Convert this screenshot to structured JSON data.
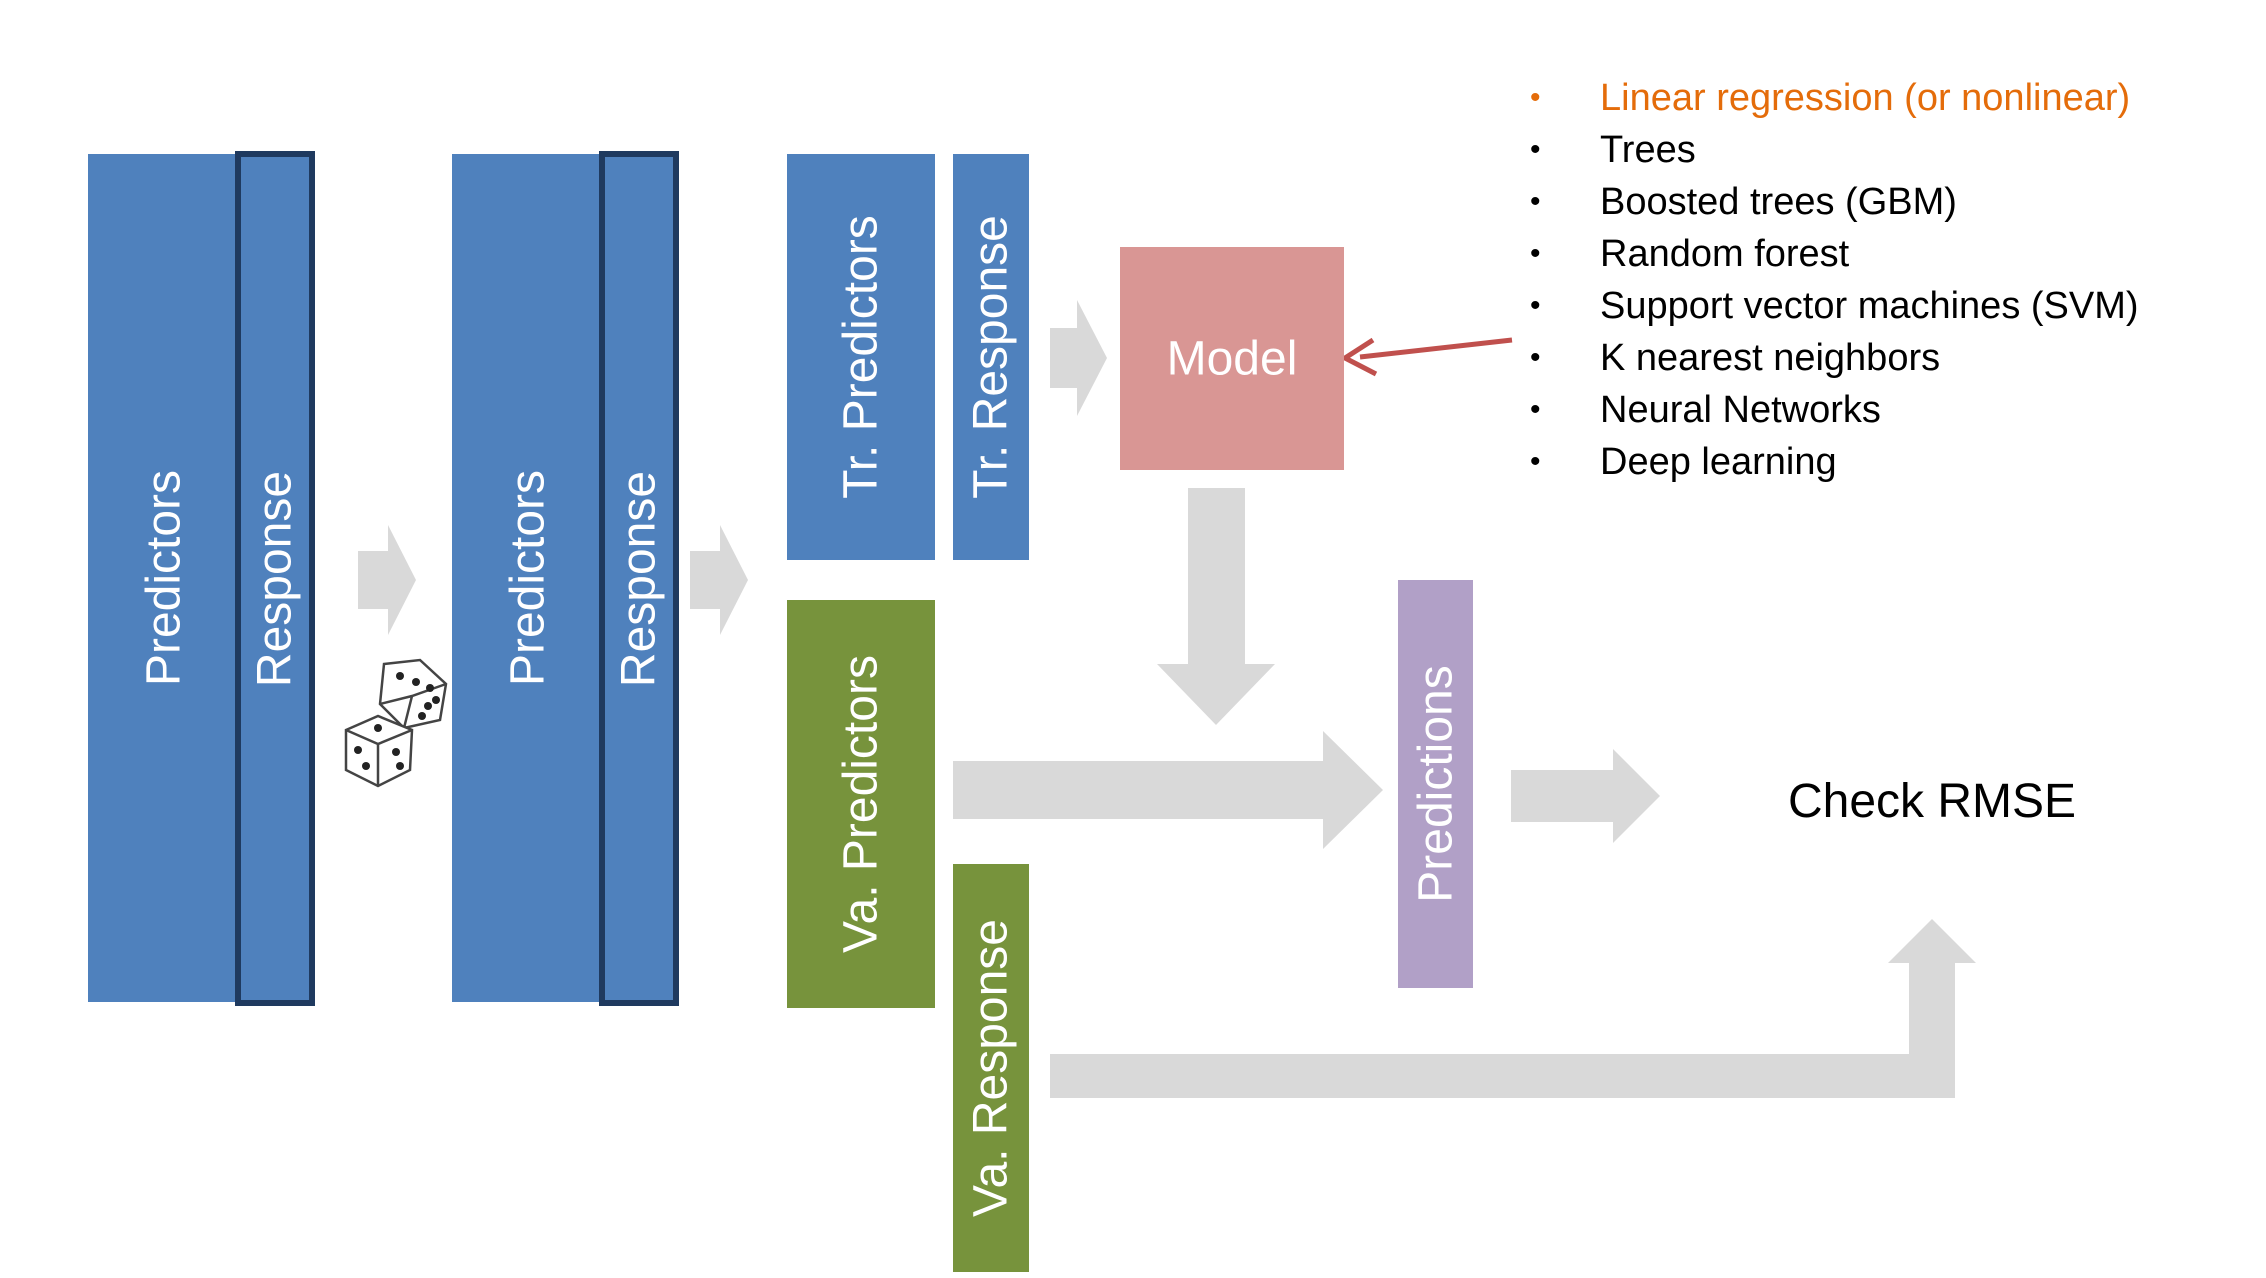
{
  "blocks": {
    "full_predictors": "Predictors",
    "full_response": "Response",
    "shuffled_predictors": "Predictors",
    "shuffled_response": "Response",
    "train_predictors": "Tr. Predictors",
    "train_response": "Tr. Response",
    "valid_predictors": "Va. Predictors",
    "valid_response": "Va. Response",
    "predictions": "Predictions"
  },
  "model": {
    "label": "Model"
  },
  "check": {
    "label": "Check RMSE"
  },
  "model_options": [
    "Linear regression (or nonlinear)",
    "Trees",
    "Boosted trees (GBM)",
    "Random forest",
    "Support vector machines (SVM)",
    "K nearest neighbors",
    "Neural Networks",
    "Deep learning"
  ],
  "bullet": "•",
  "colors": {
    "blue": "#4f81bd",
    "blue_outline": "#1f3a5f",
    "green": "#77933c",
    "purple": "#b1a0c7",
    "model": "#d99694",
    "arrow": "#d9d9d9",
    "red_arrow": "#c0504d",
    "highlight_text": "#e46c0a"
  },
  "icons": [
    "dice-icon"
  ]
}
